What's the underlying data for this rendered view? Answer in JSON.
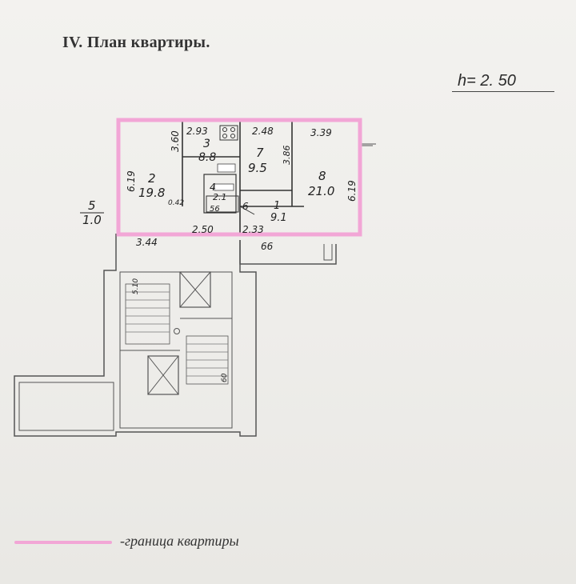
{
  "document": {
    "title": "IV. План квартиры.",
    "ceiling_height_label": "h= 2. 50",
    "legend_text": "-граница квартиры",
    "boundary_color": "#f2a6d6"
  },
  "rooms": {
    "r2_num": "2",
    "r2_area": "19.8",
    "r3_num": "3",
    "r3_area": "8.8",
    "r7_num": "7",
    "r7_area": "9.5",
    "r8_num": "8",
    "r8_area": "21.0",
    "r1_num": "1",
    "r1_area": "9.1",
    "r5_num": "5",
    "r5_area": "1.0",
    "r6_num": "6",
    "r4_num": "4",
    "r4_area": "2.1",
    "r5b_area": "56"
  },
  "dimensions": {
    "d293": "2.93",
    "d248": "2.48",
    "d339": "3.39",
    "d360": "3.60",
    "d619a": "6.19",
    "d619b": "6.19",
    "d386": "3.86",
    "d344": "3.44",
    "d250": "2.50",
    "d233": "2.33",
    "d042": "0.42",
    "d66": "66",
    "d510": "5.10",
    "d60": "60"
  }
}
